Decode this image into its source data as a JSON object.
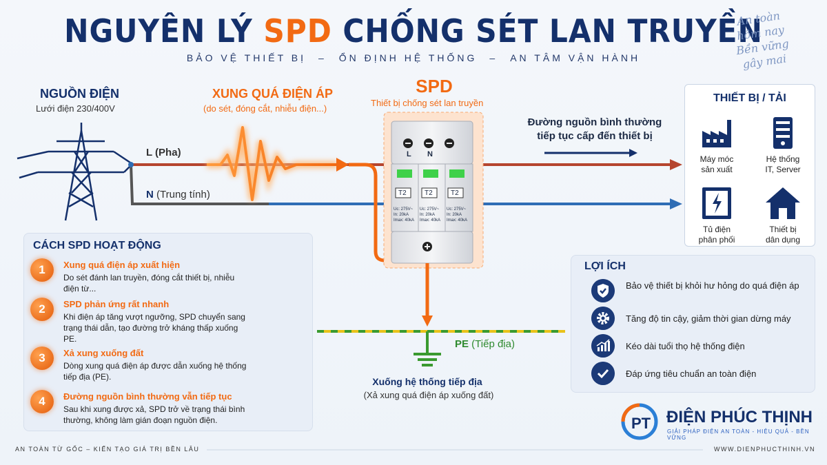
{
  "header": {
    "title_pre": "NGUYÊN LÝ ",
    "title_accent": "SPD",
    "title_post": " CHỐNG SÉT LAN TRUYỀN",
    "subtitle": [
      "BẢO VỆ THIẾT BỊ",
      "ỔN ĐỊNH HỆ THỐNG",
      "AN TÂM VẬN HÀNH"
    ],
    "subtitle_sep": "–",
    "slogan": [
      "An toàn",
      "hôm nay",
      "Bền vững",
      "gây mai"
    ]
  },
  "source": {
    "title": "NGUỒN ĐIỆN",
    "subtitle": "Lưới điện 230/400V"
  },
  "surge": {
    "title": "XUNG QUÁ ĐIỆN ÁP",
    "subtitle": "(do sét, đóng cắt, nhiễu điện...)"
  },
  "spd": {
    "title": "SPD",
    "subtitle": "Thiết bị chống sét lan truyền",
    "terminals": [
      "L",
      "N"
    ],
    "module_label": "T2",
    "module_spec": [
      "Uc: 275V~",
      "In: 20kA",
      "Imax: 40kA"
    ]
  },
  "lines": {
    "l_label": "L (Pha)",
    "n_letter": "N",
    "n_label": " (Trung tính)"
  },
  "normal_path": [
    "Đường nguồn bình  thường",
    "tiếp tục cấp đến thiết bị"
  ],
  "loads": {
    "title": "THIẾT BỊ / TẢI",
    "items": [
      {
        "icon": "factory-icon",
        "label": [
          "Máy móc",
          "sản xuất"
        ]
      },
      {
        "icon": "server-icon",
        "label": [
          "Hệ thống",
          "IT, Server"
        ]
      },
      {
        "icon": "electrical-panel-icon",
        "label": [
          "Tủ điện",
          "phân phối"
        ]
      },
      {
        "icon": "house-icon",
        "label": [
          "Thiết bị",
          "dân dụng"
        ]
      }
    ]
  },
  "how": {
    "title": "CÁCH SPD HOẠT ĐỘNG",
    "steps": [
      {
        "num": "1",
        "title": "Xung quá điện áp xuất hiện",
        "desc": "Do sét đánh lan truyền, đóng cắt thiết bị, nhiễu điện từ..."
      },
      {
        "num": "2",
        "title": "SPD phản ứng rất nhanh",
        "desc": "Khi điện áp tăng vượt ngưỡng, SPD chuyển sang trạng thái dẫn, tạo đường trở kháng thấp xuống PE."
      },
      {
        "num": "3",
        "title": "Xả xung xuống đất",
        "desc": "Dòng xung quá điện áp được dẫn xuống hệ thống tiếp địa (PE)."
      },
      {
        "num": "4",
        "title": "Đường nguồn bình thường vẫn tiếp tục",
        "desc": "Sau khi xung được xả, SPD trở về trạng thái bình thường, không làm gián đoạn nguồn điện."
      }
    ]
  },
  "benefits": {
    "title": "LỢI ÍCH",
    "items": [
      {
        "icon": "shield-check-icon",
        "text": "Bảo vệ thiết bị khỏi hư hỏng do quá điện áp"
      },
      {
        "icon": "gear-icon",
        "text": "Tăng độ tin cậy, giảm thời gian dừng máy"
      },
      {
        "icon": "growth-chart-icon",
        "text": "Kéo dài tuổi thọ hệ thống điện"
      },
      {
        "icon": "check-icon",
        "text": "Đáp ứng tiêu chuẩn an toàn điện"
      }
    ]
  },
  "ground": {
    "pe_strong": "PE",
    "pe_rest": " (Tiếp địa)",
    "title": "Xuống hệ thống tiếp địa",
    "subtitle": "(Xả xung quá điện áp xuống đất)"
  },
  "brand": {
    "name": "ĐIỆN PHÚC THỊNH",
    "tagline": "GIẢI PHÁP ĐIỆN AN TOÀN - HIỆU QUẢ - BỀN VỮNG"
  },
  "footer": {
    "left": "AN TOÀN TỪ GỐC   –   KIẾN TẠO GIÁ TRỊ BỀN LÂU",
    "right": "WWW.DIENPHUCTHINH.VN"
  },
  "colors": {
    "navy": "#14306b",
    "orange": "#f26a13",
    "phase_line": "#b5452e",
    "neutral_line": "#2f6db5",
    "ground_green": "#3a9a2f",
    "ground_yellow": "#e9c21a"
  }
}
